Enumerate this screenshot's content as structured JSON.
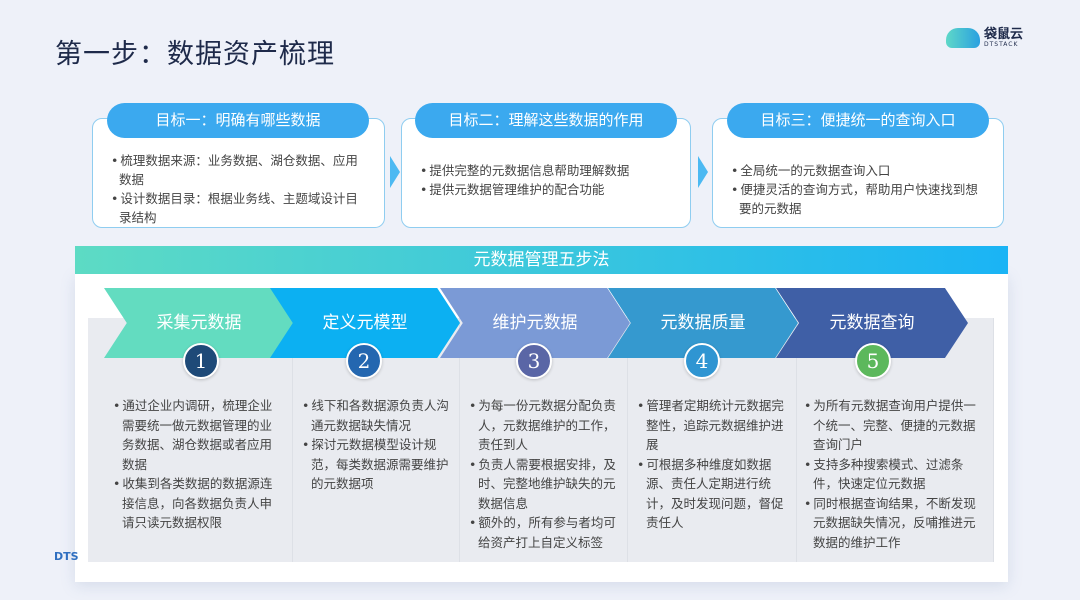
{
  "title": "第一步：数据资产梳理",
  "logo": {
    "name": "袋鼠云",
    "sub": "DTSTACK"
  },
  "footer_mark": "DTS",
  "goals": [
    {
      "label": "目标一：明确有哪些数据",
      "items": [
        "梳理数据来源：业务数据、湖仓数据、应用数据",
        "设计数据目录：根据业务线、主题域设计目录结构"
      ]
    },
    {
      "label": "目标二：理解这些数据的作用",
      "items": [
        "提供完整的元数据信息帮助理解数据",
        "提供元数据管理维护的配合功能"
      ]
    },
    {
      "label": "目标三：便捷统一的查询入口",
      "items": [
        "全局统一的元数据查询入口",
        "便捷灵活的查询方式，帮助用户快速找到想要的元数据"
      ]
    }
  ],
  "banner": "元数据管理五步法",
  "steps": [
    {
      "label": "采集元数据",
      "num": "1",
      "color": "#63dcc0",
      "num_color": "#1e4a78",
      "items": [
        "通过企业内调研，梳理企业需要统一做元数据管理的业务数据、湖仓数据或者应用数据",
        "收集到各类数据的数据源连接信息，向各数据负责人申请只读元数据权限"
      ]
    },
    {
      "label": "定义元模型",
      "num": "2",
      "color": "#0cb0f2",
      "num_color": "#2467b0",
      "items": [
        "线下和各数据源负责人沟通元数据缺失情况",
        "探讨元数据模型设计规范，每类数据源需要维护的元数据项"
      ]
    },
    {
      "label": "维护元数据",
      "num": "3",
      "color": "#7b9ad6",
      "num_color": "#5a66a6",
      "items": [
        "为每一份元数据分配负责人，元数据维护的工作，责任到人",
        "负责人需要根据安排，及时、完整地维护缺失的元数据信息",
        "额外的，所有参与者均可给资产打上自定义标签"
      ]
    },
    {
      "label": "元数据质量",
      "num": "4",
      "color": "#3599cf",
      "num_color": "#2f95d2",
      "items": [
        "管理者定期统计元数据完整性，追踪元数据维护进展",
        "可根据多种维度如数据源、责任人定期进行统计，及时发现问题，督促责任人"
      ]
    },
    {
      "label": "元数据查询",
      "num": "5",
      "color": "#3f5fa6",
      "num_color": "#5cb85c",
      "items": [
        "为所有元数据查询用户提供一个统一、完整、便捷的元数据查询门户",
        "支持多种搜索模式、过滤条件，快速定位元数据",
        "同时根据查询结果，不断发现元数据缺失情况，反哺推进元数据的维护工作"
      ]
    }
  ]
}
